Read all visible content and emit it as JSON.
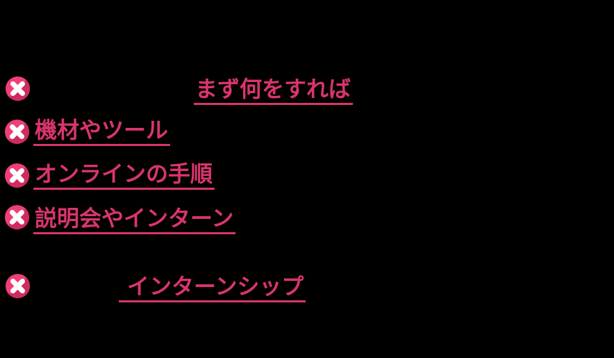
{
  "canvas": {
    "background": "#000000"
  },
  "colors": {
    "link_pink": "#d9356c",
    "icon_pink": "#ee4076",
    "icon_shadow": "#cf2c5d",
    "icon_glyph": "#ffffff"
  },
  "items": [
    {
      "icon": "x-circle-icon",
      "label": "まず何をすれば"
    },
    {
      "icon": "x-circle-icon",
      "label": "機材やツール"
    },
    {
      "icon": "x-circle-icon",
      "label": "オンラインの手順"
    },
    {
      "icon": "x-circle-icon",
      "label": "説明会やインターン"
    },
    {
      "icon": "x-circle-icon",
      "label": "インターンシップ"
    }
  ]
}
